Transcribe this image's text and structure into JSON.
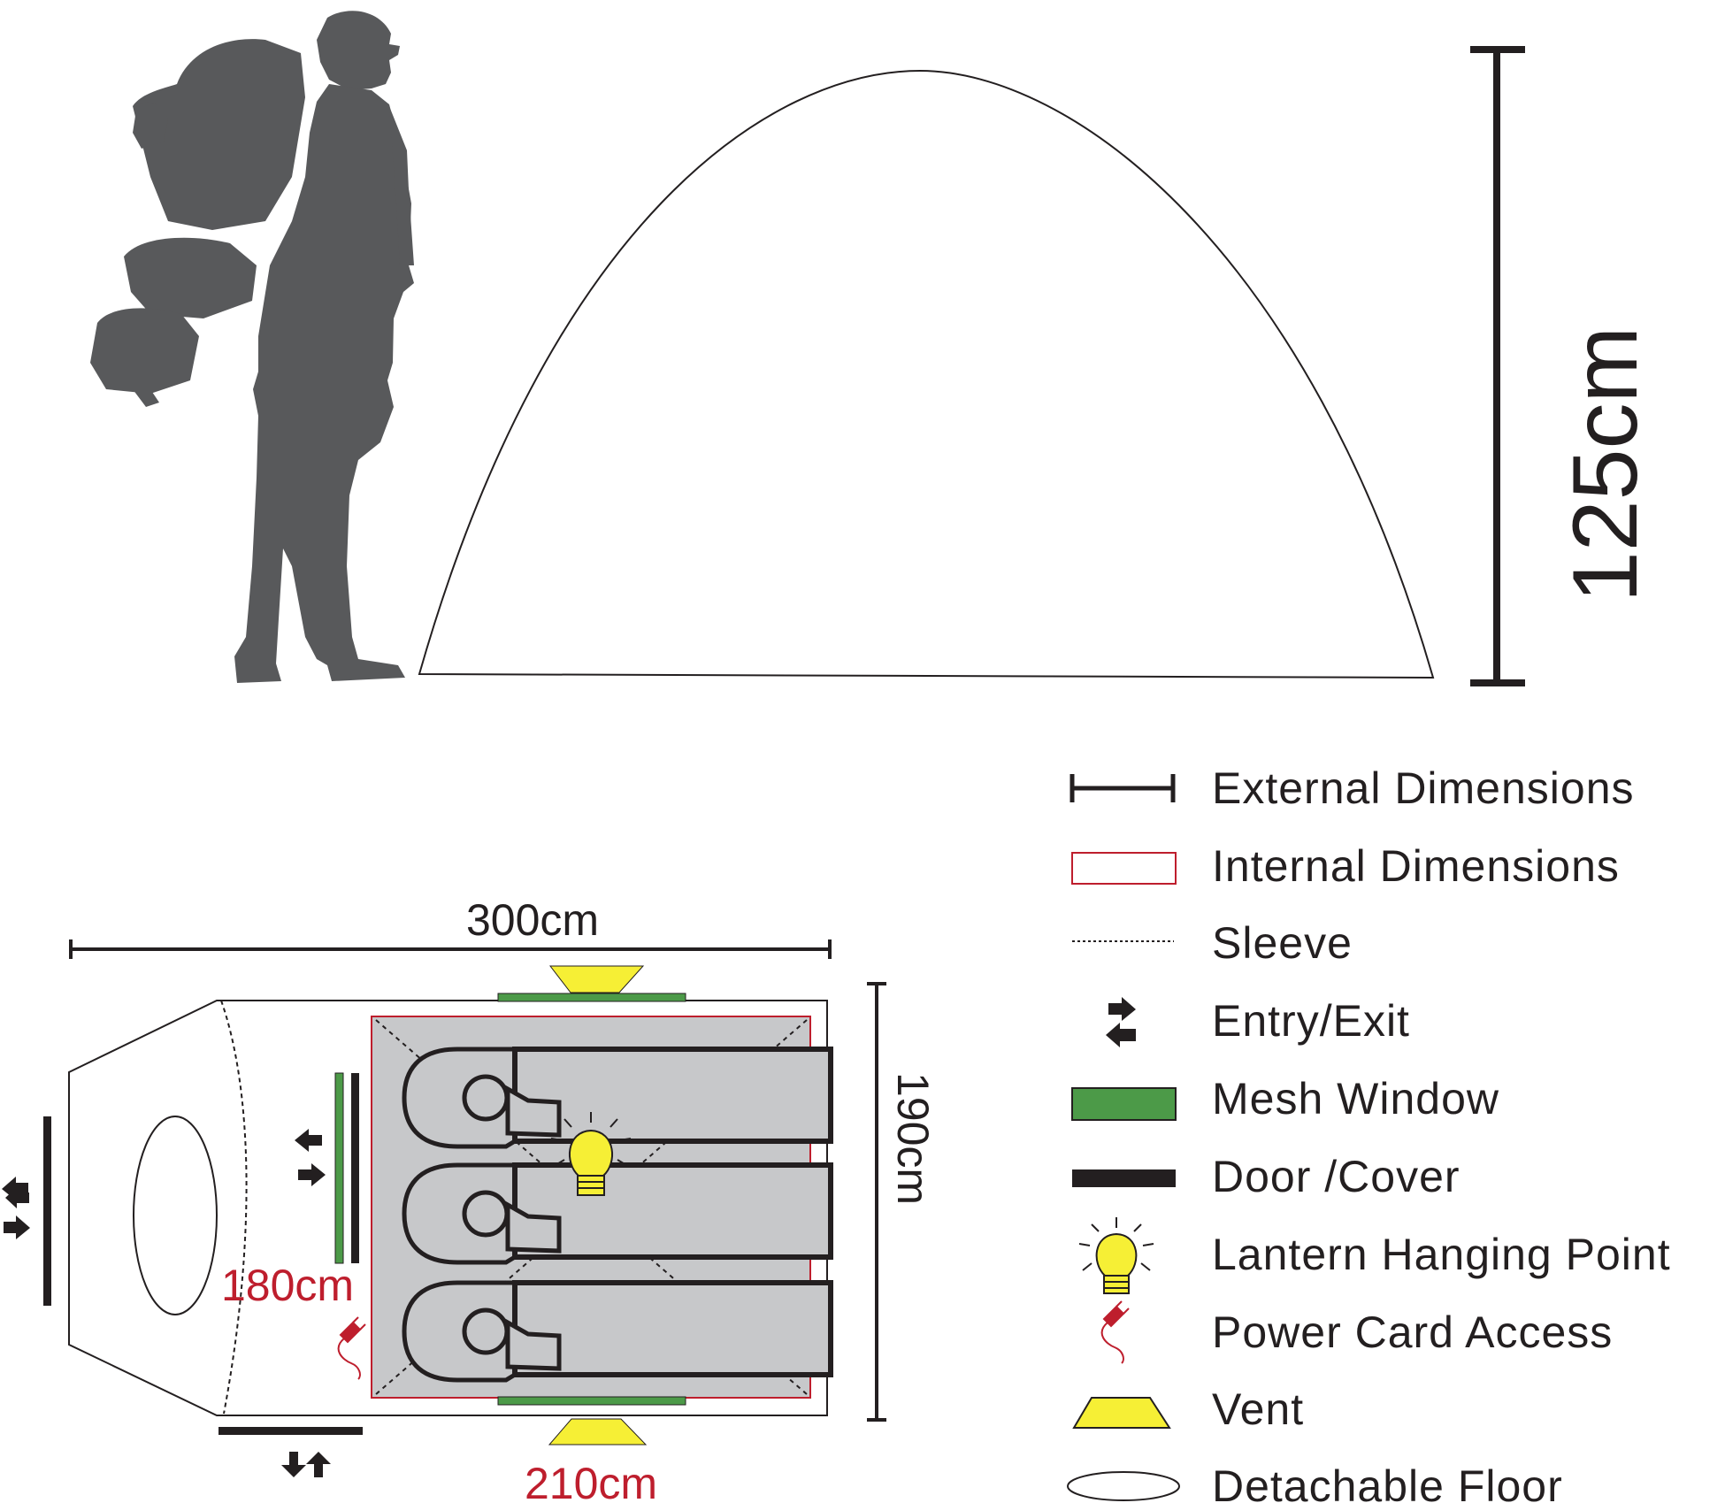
{
  "side_view": {
    "height_label": "125cm"
  },
  "floor_plan": {
    "length_label": "300cm",
    "width_label": "190cm",
    "inner_width_label": "180cm",
    "inner_length_label": "210cm"
  },
  "legend": {
    "items": [
      {
        "symbol": "external-dimensions-icon",
        "label": "External Dimensions"
      },
      {
        "symbol": "internal-dimensions-icon",
        "label": "Internal Dimensions"
      },
      {
        "symbol": "sleeve-icon",
        "label": "Sleeve"
      },
      {
        "symbol": "entry-exit-icon",
        "label": "Entry/Exit"
      },
      {
        "symbol": "mesh-window-icon",
        "label": "Mesh Window"
      },
      {
        "symbol": "door-cover-icon",
        "label": "Door /Cover"
      },
      {
        "symbol": "lantern-icon",
        "label": "Lantern Hanging Point"
      },
      {
        "symbol": "power-plug-icon",
        "label": "Power Card Access"
      },
      {
        "symbol": "vent-icon",
        "label": "Vent"
      },
      {
        "symbol": "floor-icon",
        "label": "Detachable Floor"
      }
    ]
  },
  "colors": {
    "ink": "#231f20",
    "silhouette": "#58595b",
    "internal": "#be1e2d",
    "mesh": "#4c9a48",
    "vent": "#f6ef35",
    "bag_fill": "#c7c8ca"
  }
}
